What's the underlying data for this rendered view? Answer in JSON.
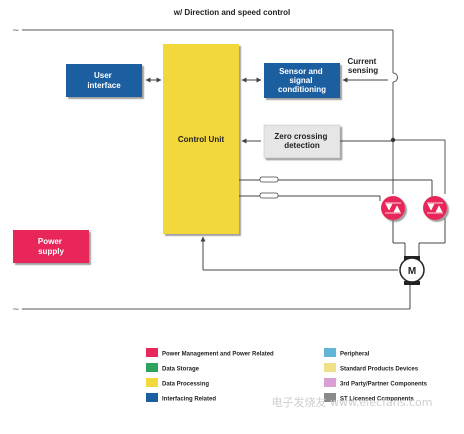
{
  "title": "w/ Direction and speed control",
  "blocks": {
    "user_interface": "User\ninterface",
    "sensor": "Sensor and\nsignal\nconditioning",
    "control_unit": "Control Unit",
    "zero_crossing": "Zero crossing\ndetection",
    "power_supply": "Power\nsupply"
  },
  "labels": {
    "current_sensing": "Current\nsensing",
    "motor": "M",
    "ac_top": "~",
    "ac_bottom": "~"
  },
  "legend": {
    "col1": [
      {
        "label": "Power Management and Power Related",
        "color": "#e8275a"
      },
      {
        "label": "Data Storage",
        "color": "#2fa35b"
      },
      {
        "label": "Data Processing",
        "color": "#f3d83b"
      },
      {
        "label": "Interfacing Related",
        "color": "#1a5fa0"
      }
    ],
    "col2": [
      {
        "label": "Peripheral",
        "color": "#63b4d6"
      },
      {
        "label": "Standard Products Devices",
        "color": "#f0e08a"
      },
      {
        "label": "3rd Party/Partner Components",
        "color": "#d9a0d4"
      },
      {
        "label": "ST Licensed Components",
        "color": "#8a8a8a"
      }
    ]
  },
  "watermark": "电子发烧友 www.elecfans.com",
  "colors": {
    "interface_blue": "#1a5fa0",
    "processing_yellow": "#f3d83b",
    "power_red": "#e8275a",
    "peripheral_gray": "#e6e6e6",
    "line": "#555555"
  }
}
